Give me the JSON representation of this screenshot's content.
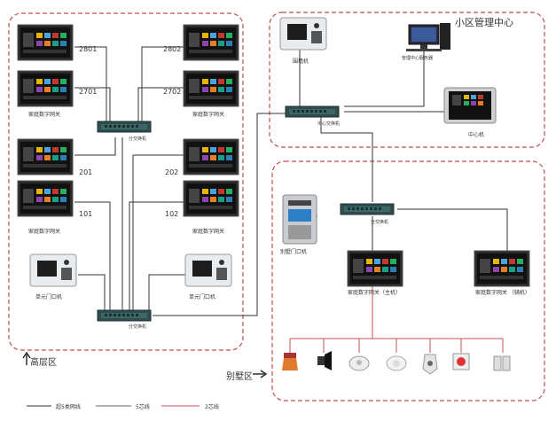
{
  "zones": {
    "highrise": "高层区",
    "villa": "别墅区",
    "mgmt": "小区管理中心"
  },
  "units": {
    "u2801": "2801",
    "u2802": "2802",
    "u2701": "2701",
    "u2702": "2702",
    "u201": "201",
    "u202": "202",
    "u101": "101",
    "u102": "102"
  },
  "labels": {
    "gateway_upper_left": "家庭数字网关",
    "gateway_upper_right": "家庭数字网关",
    "gateway_lower_left": "家庭数字网关",
    "gateway_lower_right": "家庭数字网关",
    "switch_upper": "分交换机",
    "switch_lower": "分交换机",
    "door_left": "单元门口机",
    "door_right": "单元门口机",
    "guard": "围墙机",
    "server": "管理中心服务器",
    "center_switch": "中心交换机",
    "center_machine": "中心机",
    "villa_door": "别墅门口机",
    "villa_switch": "分交换机",
    "villa_gw_main": "家庭数字网关（主机）",
    "villa_gw_ext": "家庭数字网关 （辅机）"
  },
  "legend": [
    {
      "label": "超5类网线",
      "color": "#333333"
    },
    {
      "label": "5芯线",
      "color": "#666666"
    },
    {
      "label": "2芯线",
      "color": "#c0504d"
    }
  ],
  "colors": {
    "dashed_border": "#c0504d",
    "network_line": "#333333",
    "alarm_line": "#c0504d"
  },
  "sensors": [
    "siren-icon",
    "speaker-icon",
    "smoke-detector-icon",
    "gas-detector-icon",
    "pir-sensor-icon",
    "emergency-button-icon",
    "door-magnet-icon"
  ]
}
